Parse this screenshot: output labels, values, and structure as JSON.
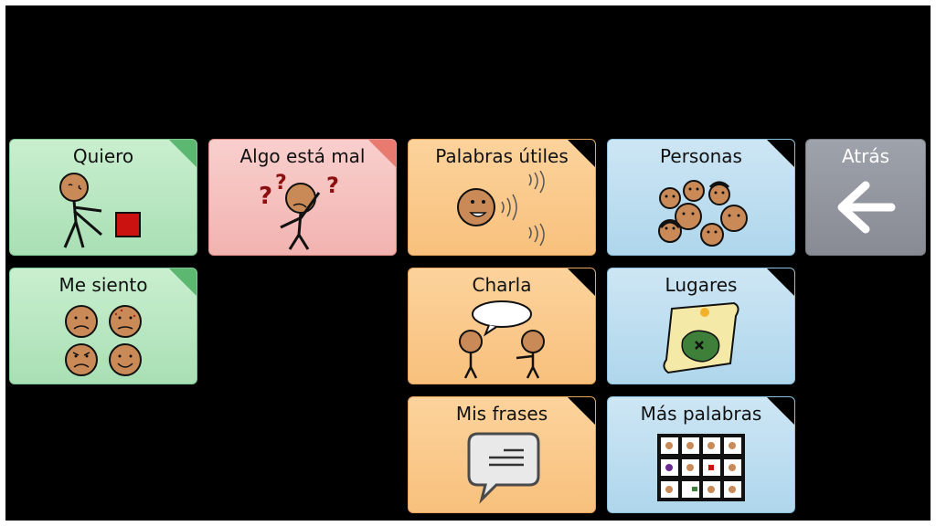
{
  "tiles": {
    "quiero": {
      "label": "Quiero",
      "color": "#a9dfb4"
    },
    "algo_mal": {
      "label": "Algo está mal",
      "color": "#f2b3b0"
    },
    "palabras_utiles": {
      "label": "Palabras útiles",
      "color": "#f8c07c"
    },
    "personas": {
      "label": "Personas",
      "color": "#afd6ec"
    },
    "atras": {
      "label": "Atrás",
      "color": "#888b94"
    },
    "me_siento": {
      "label": "Me siento",
      "color": "#a9dfb4"
    },
    "charla": {
      "label": "Charla",
      "color": "#f8c07c"
    },
    "lugares": {
      "label": "Lugares",
      "color": "#afd6ec"
    },
    "mis_frases": {
      "label": "Mis frases",
      "color": "#f8c07c"
    },
    "mas_palabras": {
      "label": "Más palabras",
      "color": "#afd6ec"
    }
  },
  "icons": {
    "quiero": "person-reaching-block-icon",
    "algo_mal": "confused-person-icon",
    "palabras_utiles": "speaking-face-icon",
    "personas": "group-of-faces-icon",
    "atras": "back-arrow-icon",
    "me_siento": "emotion-faces-icon",
    "charla": "two-people-talking-icon",
    "lugares": "treasure-map-icon",
    "mis_frases": "speech-bubble-icon",
    "mas_palabras": "symbol-grid-icon"
  }
}
